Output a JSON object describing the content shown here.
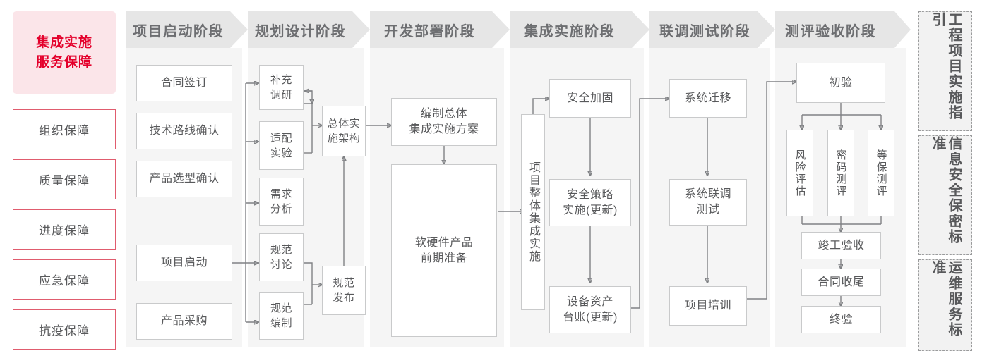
{
  "sidebar": {
    "title_lines": [
      "集成实施",
      "服务保障"
    ],
    "title_color": "#e4002b",
    "items": [
      {
        "label": "组织保障"
      },
      {
        "label": "质量保障"
      },
      {
        "label": "进度保障"
      },
      {
        "label": "应急保障"
      },
      {
        "label": "抗疫保障"
      }
    ]
  },
  "phases": [
    {
      "name": "项目启动阶段",
      "nodes": [
        {
          "label": "合同签订"
        },
        {
          "label": "技术路线确认"
        },
        {
          "label": "产品选型确认"
        },
        {
          "label": "项目启动"
        },
        {
          "label": "产品采购"
        }
      ]
    },
    {
      "name": "规划设计阶段",
      "nodes": [
        {
          "label": "补充\n调研"
        },
        {
          "label": "适配\n实验"
        },
        {
          "label": "需求\n分析"
        },
        {
          "label": "规范\n讨论"
        },
        {
          "label": "规范\n编制"
        },
        {
          "label": "总体实\n施架构"
        },
        {
          "label": "规范\n发布"
        }
      ]
    },
    {
      "name": "开发部署阶段",
      "nodes": [
        {
          "label": "编制总体\n集成实施方案"
        },
        {
          "label": "软硬件产品\n前期准备"
        }
      ]
    },
    {
      "name": "集成实施阶段",
      "nodes": [
        {
          "label": "项目整体集成实施"
        },
        {
          "label": "安全加固"
        },
        {
          "label": "安全策略\n实施(更新)"
        },
        {
          "label": "设备资产\n台账(更新)"
        }
      ]
    },
    {
      "name": "联调测试阶段",
      "nodes": [
        {
          "label": "系统迁移"
        },
        {
          "label": "系统联调\n测试"
        },
        {
          "label": "项目培训"
        }
      ]
    },
    {
      "name": "测评验收阶段",
      "nodes": [
        {
          "label": "初验"
        },
        {
          "label": "风险评估"
        },
        {
          "label": "密码测评"
        },
        {
          "label": "等保测评"
        },
        {
          "label": "竣工验收"
        },
        {
          "label": "合同收尾"
        },
        {
          "label": "终验"
        }
      ]
    }
  ],
  "standards": [
    {
      "label": "工程项目实施指引"
    },
    {
      "label": "信息安全保密标准"
    },
    {
      "label": "运维服务标准"
    }
  ],
  "colors": {
    "accent_red": "#e4002b",
    "title_bg": "#fbe5e9",
    "guarantee_border": "#e05c6e",
    "phase_head_bg": "#e6e6e6",
    "phase_body_bg": "#f5f5f5",
    "node_border": "#c9cacb",
    "wire": "#808285",
    "text": "#58595b"
  }
}
